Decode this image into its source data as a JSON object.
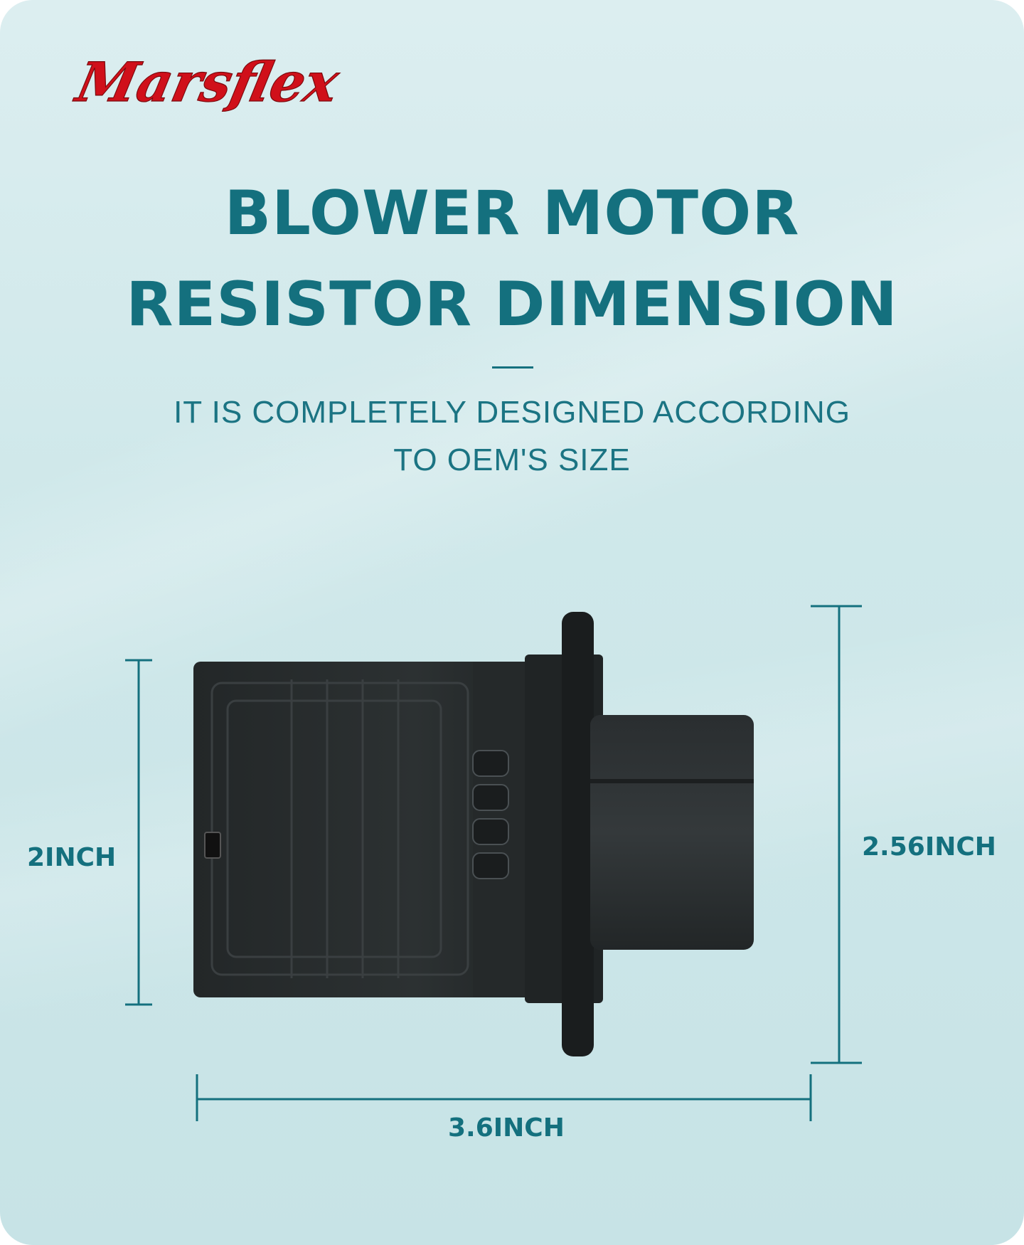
{
  "brand": {
    "logo_text": "Marsflex",
    "logo_color": "#d0101a"
  },
  "heading": {
    "line1": "BLOWER MOTOR",
    "line2": "RESISTOR DIMENSION"
  },
  "description": {
    "line1": "IT IS COMPLETELY DESIGNED ACCORDING",
    "line2": "TO OEM'S SIZE"
  },
  "dimensions": {
    "height_body": "2INCH",
    "height_overall": "2.56INCH",
    "width": "3.6INCH"
  },
  "colors": {
    "accent": "#14707e",
    "background": "#cfe8ea",
    "product": "#1f2324"
  }
}
